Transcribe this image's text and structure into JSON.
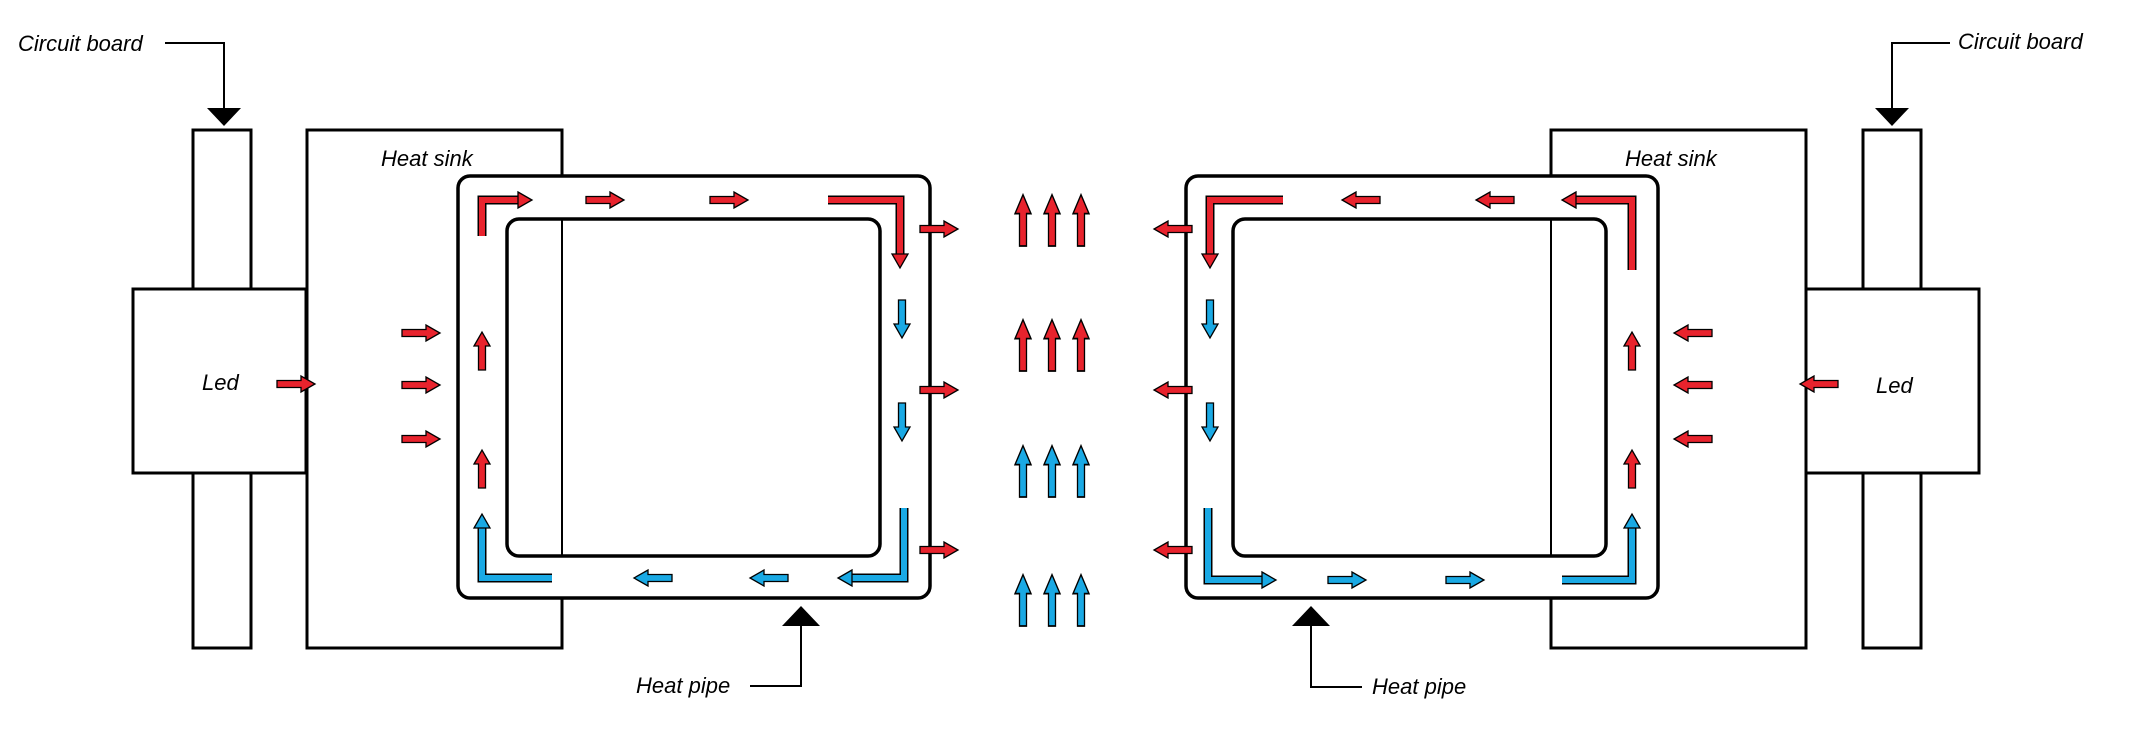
{
  "colors": {
    "hot": "#e8232d",
    "cool": "#1aa9e4",
    "outline": "#000000",
    "background": "#ffffff"
  },
  "labels": {
    "circuit_board_left": "Circuit board",
    "circuit_board_right": "Circuit board",
    "heat_sink_left": "Heat sink",
    "heat_sink_right": "Heat sink",
    "led_left": "Led",
    "led_right": "Led",
    "heat_pipe_left": "Heat pipe",
    "heat_pipe_right": "Heat pipe"
  }
}
